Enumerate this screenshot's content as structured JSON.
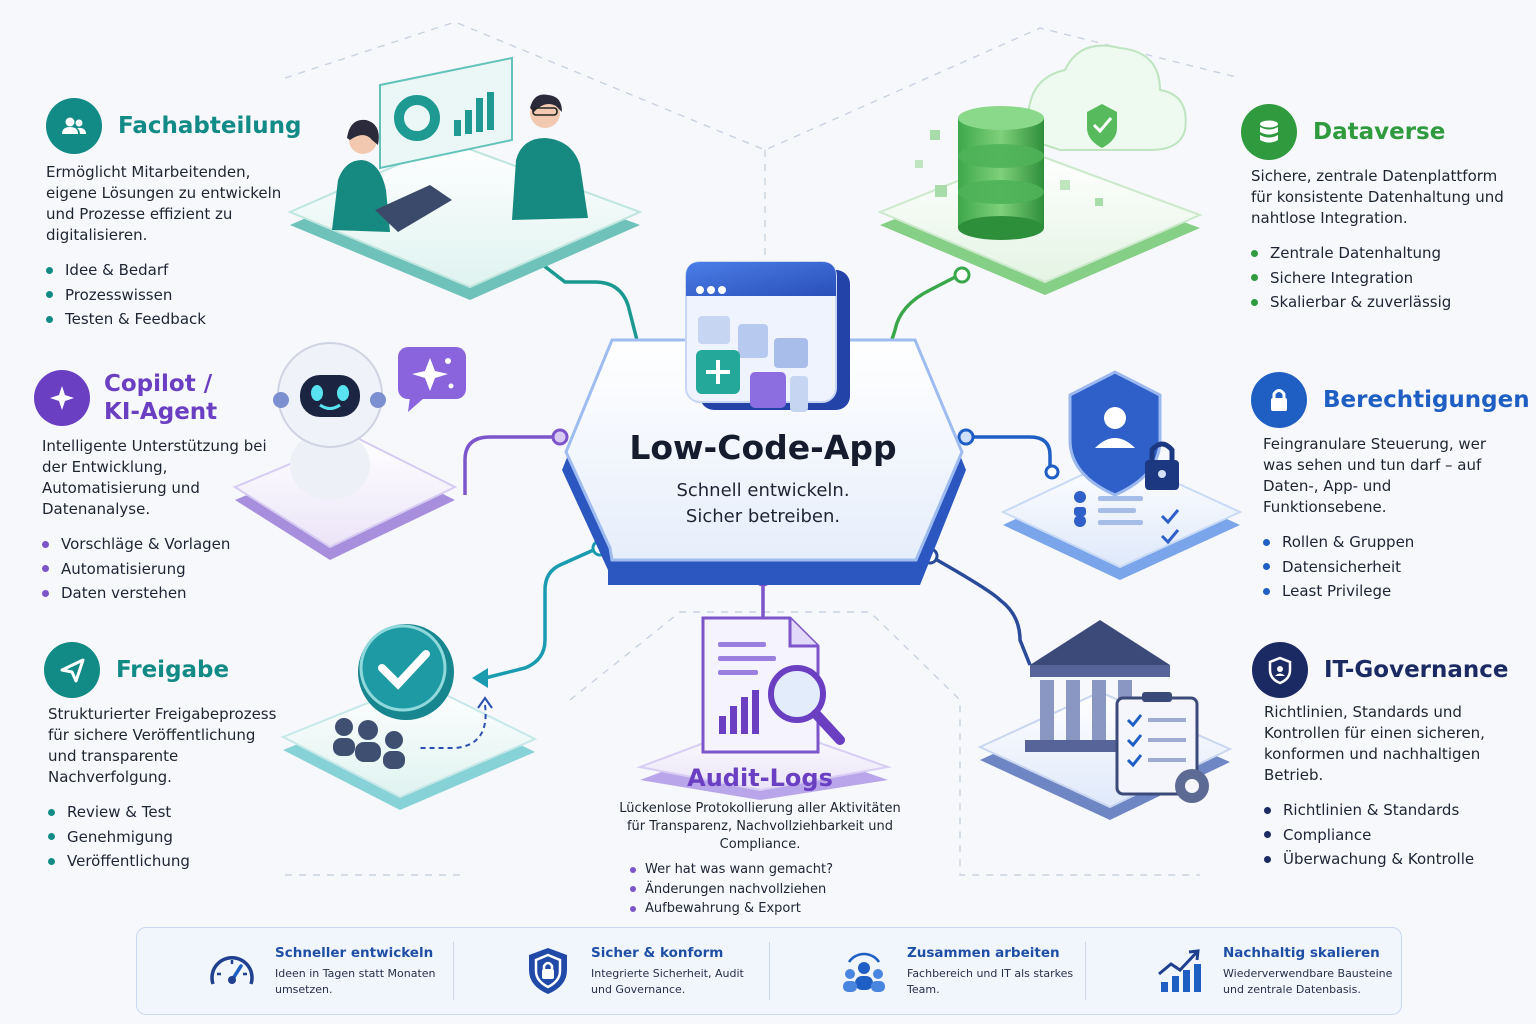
{
  "center": {
    "title": "Low-Code-App",
    "subtitle_line1": "Schnell entwickeln.",
    "subtitle_line2": "Sicher betreiben."
  },
  "fachabteilung": {
    "title": "Fachabteilung",
    "icon": "users-icon",
    "color": "#128a86",
    "description": "Ermöglicht Mitarbeitenden, eigene Lösungen zu entwickeln und Prozesse effizient zu digitalisieren.",
    "bullets": [
      "Idee & Bedarf",
      "Prozesswissen",
      "Testen & Feedback"
    ]
  },
  "copilot": {
    "title_line1": "Copilot /",
    "title_line2": "KI-Agent",
    "icon": "sparkle-icon",
    "color": "#6a3fc2",
    "description": "Intelligente Unterstützung bei der Entwicklung, Automatisierung und Datenanalyse.",
    "bullets": [
      "Vorschläge & Vorlagen",
      "Automatisierung",
      "Daten verstehen"
    ]
  },
  "freigabe": {
    "title": "Freigabe",
    "icon": "send-icon",
    "color": "#128a86",
    "description": "Strukturierter Freigabeprozess für sichere Veröffentlichung und transparente Nachverfolgung.",
    "bullets": [
      "Review & Test",
      "Genehmigung",
      "Veröffentlichung"
    ]
  },
  "dataverse": {
    "title": "Dataverse",
    "icon": "database-icon",
    "color": "#2f9a3e",
    "description": "Sichere, zentrale Datenplattform für konsistente Datenhaltung und nahtlose Integration.",
    "bullets": [
      "Zentrale Datenhaltung",
      "Sichere Integration",
      "Skalierbar & zuverlässig"
    ]
  },
  "berechtigungen": {
    "title": "Berechtigungen",
    "icon": "lock-icon",
    "color": "#1f5fc4",
    "description": "Feingranulare Steuerung, wer was sehen und tun darf – auf Daten-, App- und Funktionsebene.",
    "bullets": [
      "Rollen & Gruppen",
      "Datensicherheit",
      "Least Privilege"
    ]
  },
  "governance": {
    "title": "IT-Governance",
    "icon": "shield-icon",
    "color": "#1b2a63",
    "description": "Richtlinien, Standards und Kontrollen für einen sicheren, konformen und nachhaltigen Betrieb.",
    "bullets": [
      "Richtlinien & Standards",
      "Compliance",
      "Überwachung & Kontrolle"
    ]
  },
  "audit": {
    "title": "Audit-Logs",
    "color": "#6a3fc2",
    "description": "Lückenlose Protokollierung aller Aktivitäten für Transparenz, Nachvollziehbarkeit und Compliance.",
    "bullets": [
      "Wer hat was wann gemacht?",
      "Änderungen nachvollziehen",
      "Aufbewahrung & Export"
    ]
  },
  "footer": [
    {
      "title": "Schneller entwickeln",
      "desc_line1": "Ideen in Tagen statt Monaten",
      "desc_line2": "umsetzen.",
      "icon": "speedometer-icon"
    },
    {
      "title": "Sicher & konform",
      "desc_line1": "Integrierte Sicherheit, Audit",
      "desc_line2": "und Governance.",
      "icon": "shield-icon"
    },
    {
      "title": "Zusammen arbeiten",
      "desc_line1": "Fachbereich und IT als starkes",
      "desc_line2": "Team.",
      "icon": "team-icon"
    },
    {
      "title": "Nachhaltig skalieren",
      "desc_line1": "Wiederverwendbare Bausteine",
      "desc_line2": "und zentrale Datenbasis.",
      "icon": "growth-chart-icon"
    }
  ]
}
